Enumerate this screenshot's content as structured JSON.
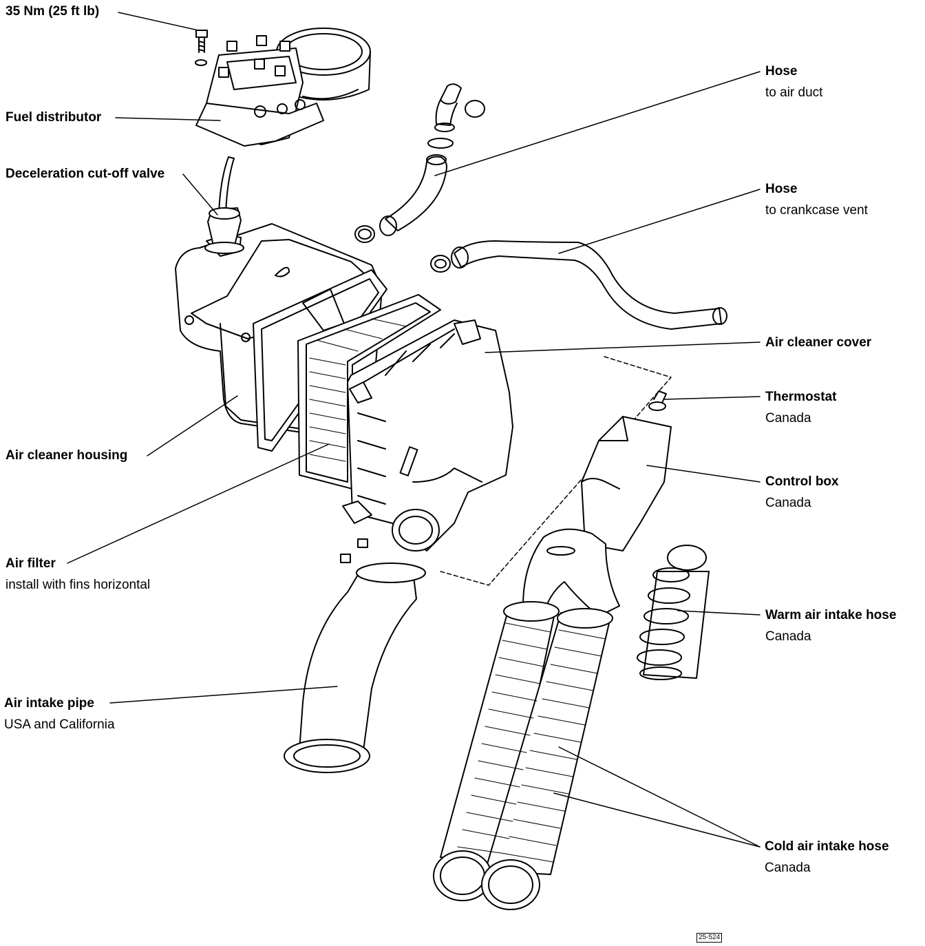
{
  "callouts": {
    "torque": {
      "title": "35 Nm (25 ft lb)"
    },
    "fuel_distributor": {
      "title": "Fuel distributor"
    },
    "decel_valve": {
      "title": "Deceleration cut-off valve"
    },
    "hose_air_duct": {
      "title": "Hose",
      "sub": "to air duct"
    },
    "hose_crankcase": {
      "title": "Hose",
      "sub": "to crankcase vent"
    },
    "air_cleaner_cover": {
      "title": "Air cleaner cover"
    },
    "thermostat": {
      "title": "Thermostat",
      "sub": "Canada"
    },
    "control_box": {
      "title": "Control box",
      "sub": "Canada"
    },
    "air_cleaner_housing": {
      "title": "Air cleaner housing"
    },
    "air_filter": {
      "title": "Air filter",
      "sub": "install with fins horizontal"
    },
    "warm_air_hose": {
      "title": "Warm air intake hose",
      "sub": "Canada"
    },
    "air_intake_pipe": {
      "title": "Air intake pipe",
      "sub": "USA and California"
    },
    "cold_air_hose": {
      "title": "Cold air intake hose",
      "sub": "Canada"
    }
  },
  "figure_code": "25-524"
}
